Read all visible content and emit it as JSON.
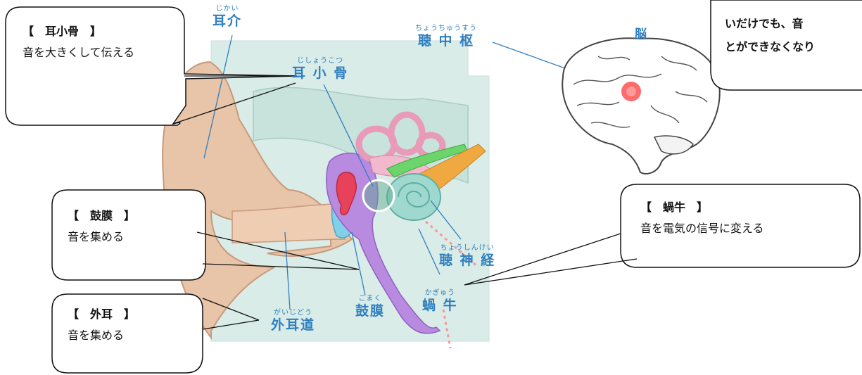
{
  "brain_label": "脳",
  "labels": {
    "auricle": {
      "ruby": "じかい",
      "text": "耳介"
    },
    "central": {
      "ruby": "ちょうちゅうすう",
      "text": "聴 中 枢"
    },
    "ossicles": {
      "ruby": "じしょうこつ",
      "text": "耳 小 骨"
    },
    "auditory_nerve": {
      "ruby": "ちょうしんけい",
      "text": "聴 神 経"
    },
    "cochlea": {
      "ruby": "かぎゅう",
      "text": "蝸 牛"
    },
    "eardrum": {
      "ruby": "こまく",
      "text": "鼓膜"
    },
    "ear_canal": {
      "ruby": "がいじどう",
      "text": "外耳道"
    }
  },
  "callouts": {
    "ossicles": {
      "title": "【　耳小骨　】",
      "body": "音を大きくして伝える"
    },
    "eardrum": {
      "title": "【　鼓膜　】",
      "body": "音を集める"
    },
    "outer_ear": {
      "title": "【　外耳　】",
      "body": "音を集める"
    },
    "cochlea": {
      "title": "【　蝸牛　】",
      "body": "音を電気の信号に変える"
    }
  },
  "note": {
    "line1": "いだけでも、音",
    "line2": "とができなくなり"
  }
}
